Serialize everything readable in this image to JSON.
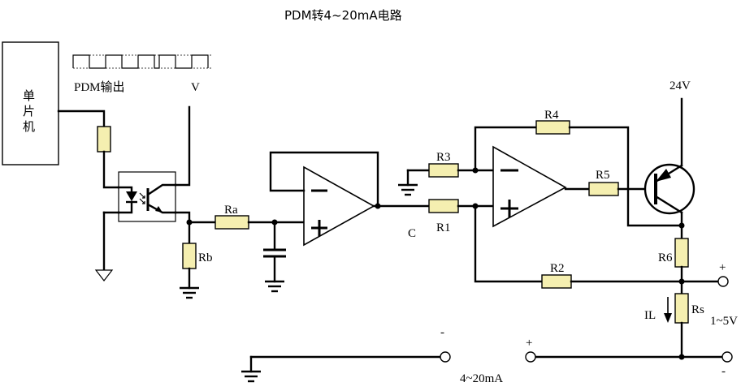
{
  "diagram": {
    "title": "PDM转4~20mA电路",
    "mcu_label": [
      "单",
      "片",
      "机"
    ],
    "pdm_label": "PDM输出",
    "v_label": "V",
    "supply_label": "24V",
    "node_c_label": "C",
    "resistors": {
      "ra": "Ra",
      "rb": "Rb",
      "r1": "R1",
      "r2": "R2",
      "r3": "R3",
      "r4": "R4",
      "r5": "R5",
      "r6": "R6",
      "rs": "Rs"
    },
    "il_label": "IL",
    "range_v_label": "1~5V",
    "range_i_label": "4~20mA",
    "plus_symbol": "+",
    "minus_symbol": "-"
  }
}
